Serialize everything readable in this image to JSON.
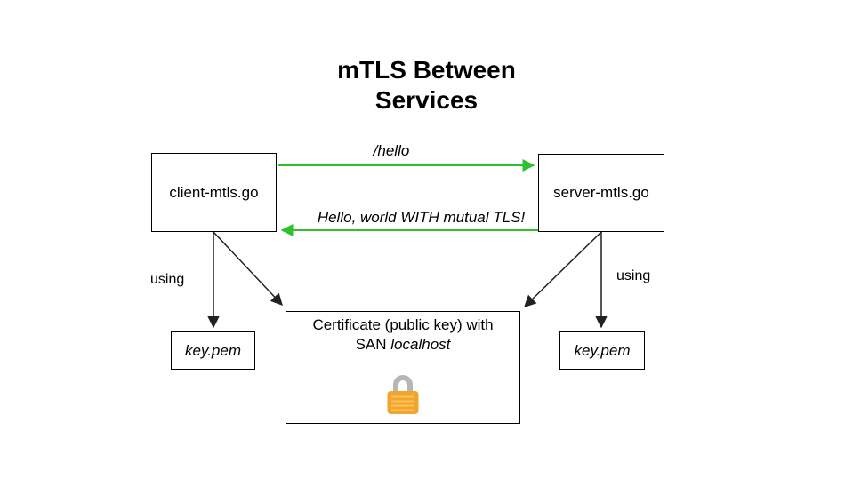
{
  "title": "mTLS Between\nServices",
  "colors": {
    "arrow_green": "#2fc02f",
    "line_black": "#212121",
    "lock_body": "#F2A42B",
    "lock_stripe": "#F8C35C",
    "lock_shackle": "#B6B6B6"
  },
  "nodes": {
    "client": {
      "label": "client-mtls.go"
    },
    "server": {
      "label": "server-mtls.go"
    },
    "key_left": {
      "label": "key.pem"
    },
    "key_right": {
      "label": "key.pem"
    },
    "certificate": {
      "line1": "Certificate (public key) with",
      "line2_prefix": "SAN ",
      "line2_italic": "localhost"
    }
  },
  "edges": {
    "request": {
      "label": "/hello"
    },
    "response": {
      "label": "Hello, world WITH mutual TLS!"
    },
    "using_left": {
      "label": "using"
    },
    "using_right": {
      "label": "using"
    }
  }
}
